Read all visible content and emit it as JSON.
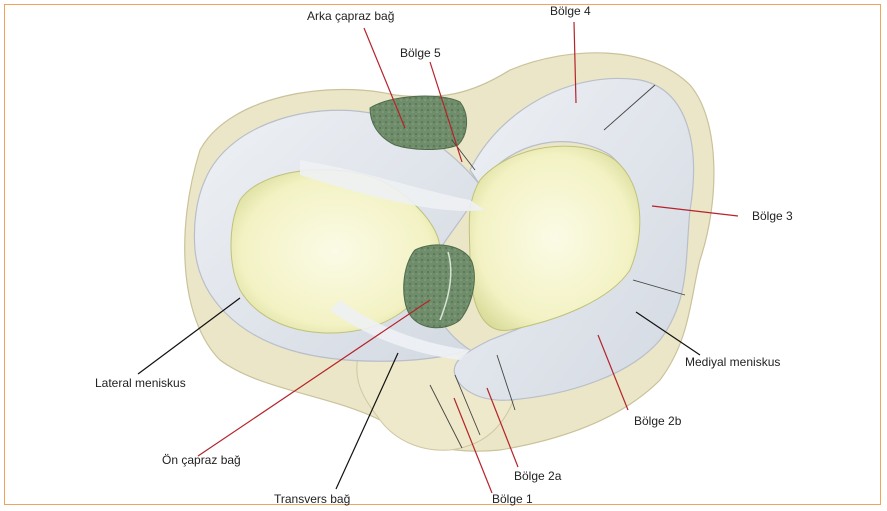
{
  "colors": {
    "frame": "#f0a35a",
    "pointer_red": "#b5232b",
    "pointer_black": "#111111",
    "meniscus": "#dde3ea",
    "tibia_rim": "#ece7c9",
    "cartilage": "#f4f3c6",
    "ligament": "#6e8c6a"
  },
  "labels": {
    "arka_capraz_bag": "Arka çapraz bağ",
    "bolge_4": "Bölge 4",
    "bolge_5": "Bölge 5",
    "bolge_3": "Bölge 3",
    "mediyal_menisku": "Mediyal meniskus",
    "lateral_menisku": "Lateral meniskus",
    "on_capraz_bag": "Ön çapraz bağ",
    "bolge_2b": "Bölge 2b",
    "bolge_2a": "Bölge 2a",
    "transvers_bag": "Transvers bağ",
    "bolge_1": "Bölge 1"
  }
}
